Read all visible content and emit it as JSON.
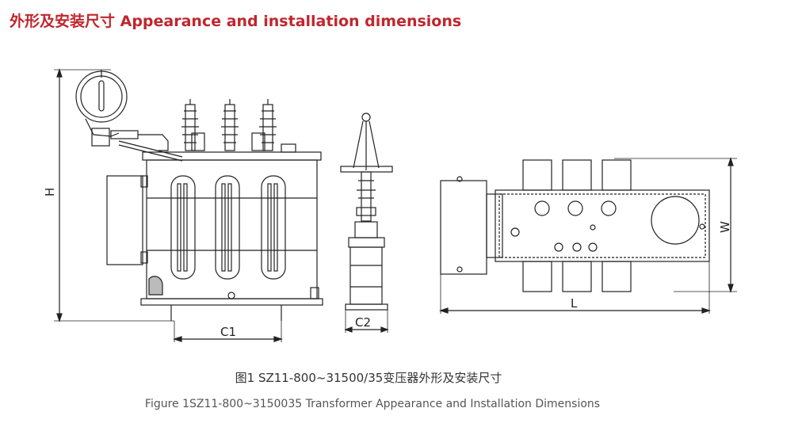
{
  "header": {
    "title": "外形及安装尺寸 Appearance and installation dimensions"
  },
  "dimensions": {
    "h": "H",
    "c1": "C1",
    "c2": "C2",
    "w": "W",
    "l": "L"
  },
  "caption": {
    "chinese": "图1 SZ11-800~31500/35变压器外形及安装尺寸",
    "english": "Figure 1SZ11-800~3150035 Transformer Appearance and Installation Dimensions"
  },
  "colors": {
    "title": "#c0262d",
    "line": "#222222"
  }
}
